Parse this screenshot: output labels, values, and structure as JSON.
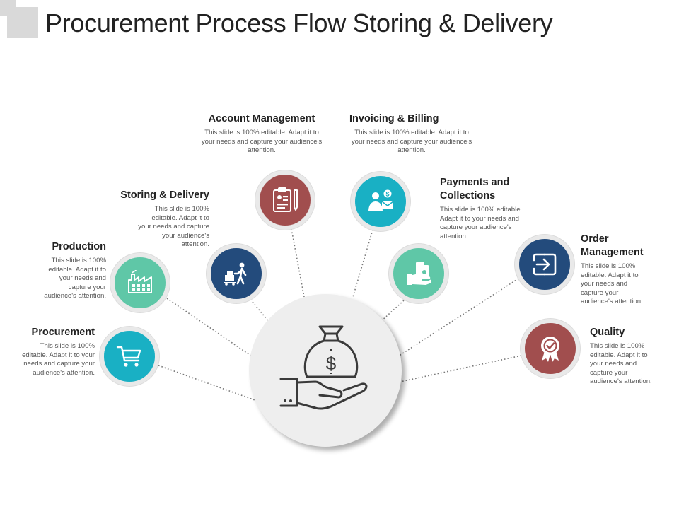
{
  "title": "Procurement Process Flow Storing & Delivery",
  "colors": {
    "teal": "#19b0c4",
    "mint": "#5fc7a7",
    "navy": "#234b7c",
    "maroon": "#a14e4e",
    "hub": "#eeeeee",
    "ring": "#e9e9e9"
  },
  "hub": {
    "icon": "money-bag-in-hand-icon"
  },
  "stages": [
    {
      "id": "procurement",
      "heading": "Procurement",
      "body": "This slide is 100% editable. Adapt it to your needs and capture your audience's attention.",
      "icon": "shopping-cart-icon",
      "color": "teal"
    },
    {
      "id": "production",
      "heading": "Production",
      "body": "This slide is 100% editable. Adapt it to your needs and capture your audience's attention.",
      "icon": "factory-icon",
      "color": "mint"
    },
    {
      "id": "storing-delivery",
      "heading": "Storing & Delivery",
      "body": "This slide is 100% editable. Adapt it to your needs and capture your audience's attention.",
      "icon": "delivery-worker-icon",
      "color": "navy"
    },
    {
      "id": "account-management",
      "heading": "Account Management",
      "body": "This slide is 100% editable. Adapt it to your needs and capture your audience's attention.",
      "icon": "clipboard-tools-icon",
      "color": "maroon"
    },
    {
      "id": "invoicing-billing",
      "heading": "Invoicing & Billing",
      "body": "This slide is 100% editable. Adapt it to your needs and capture your audience's attention.",
      "icon": "billing-agent-icon",
      "color": "teal"
    },
    {
      "id": "payments-collections",
      "heading": "Payments and Collections",
      "body": "This slide is 100% editable. Adapt it to your needs and capture your audience's attention.",
      "icon": "cash-in-hand-icon",
      "color": "mint"
    },
    {
      "id": "order-management",
      "heading": "Order Management",
      "body": "This slide is 100% editable. Adapt it to your needs and capture your audience's attention.",
      "icon": "sign-in-arrow-icon",
      "color": "navy"
    },
    {
      "id": "quality",
      "heading": "Quality",
      "body": "This slide is 100% editable. Adapt it to your needs and capture your audience's attention.",
      "icon": "quality-badge-icon",
      "color": "maroon"
    }
  ]
}
